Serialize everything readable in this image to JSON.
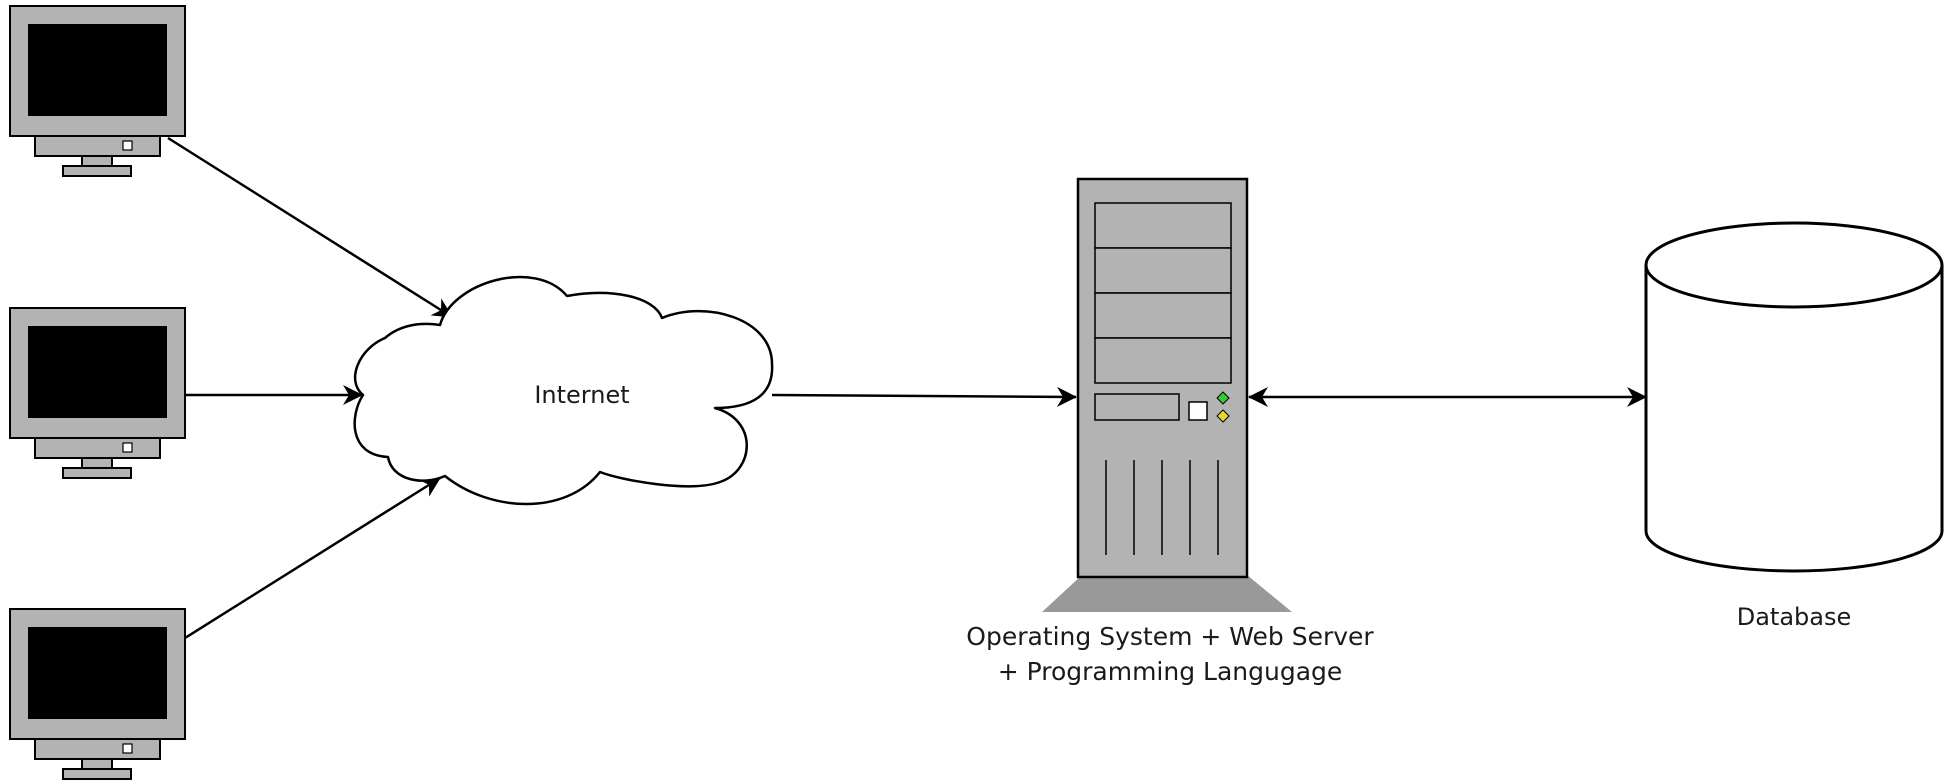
{
  "nodes": {
    "clients": [
      {
        "kind": "monitor"
      },
      {
        "kind": "monitor"
      },
      {
        "kind": "monitor"
      }
    ],
    "internet": {
      "label": "Internet"
    },
    "server": {
      "label_line1": "Operating System + Web Server",
      "label_line2": "+ Programming Langugage"
    },
    "database": {
      "label": "Database"
    }
  },
  "colors": {
    "monitor_frame": "#b3b3b3",
    "screen": "#000000",
    "server_body": "#b3b3b3",
    "server_base": "#999999",
    "led_green": "#33cc33",
    "led_yellow": "#e6d92e",
    "stroke": "#000000"
  },
  "icons": [
    "monitor-icon",
    "cloud-icon",
    "server-tower-icon",
    "database-cylinder-icon"
  ]
}
